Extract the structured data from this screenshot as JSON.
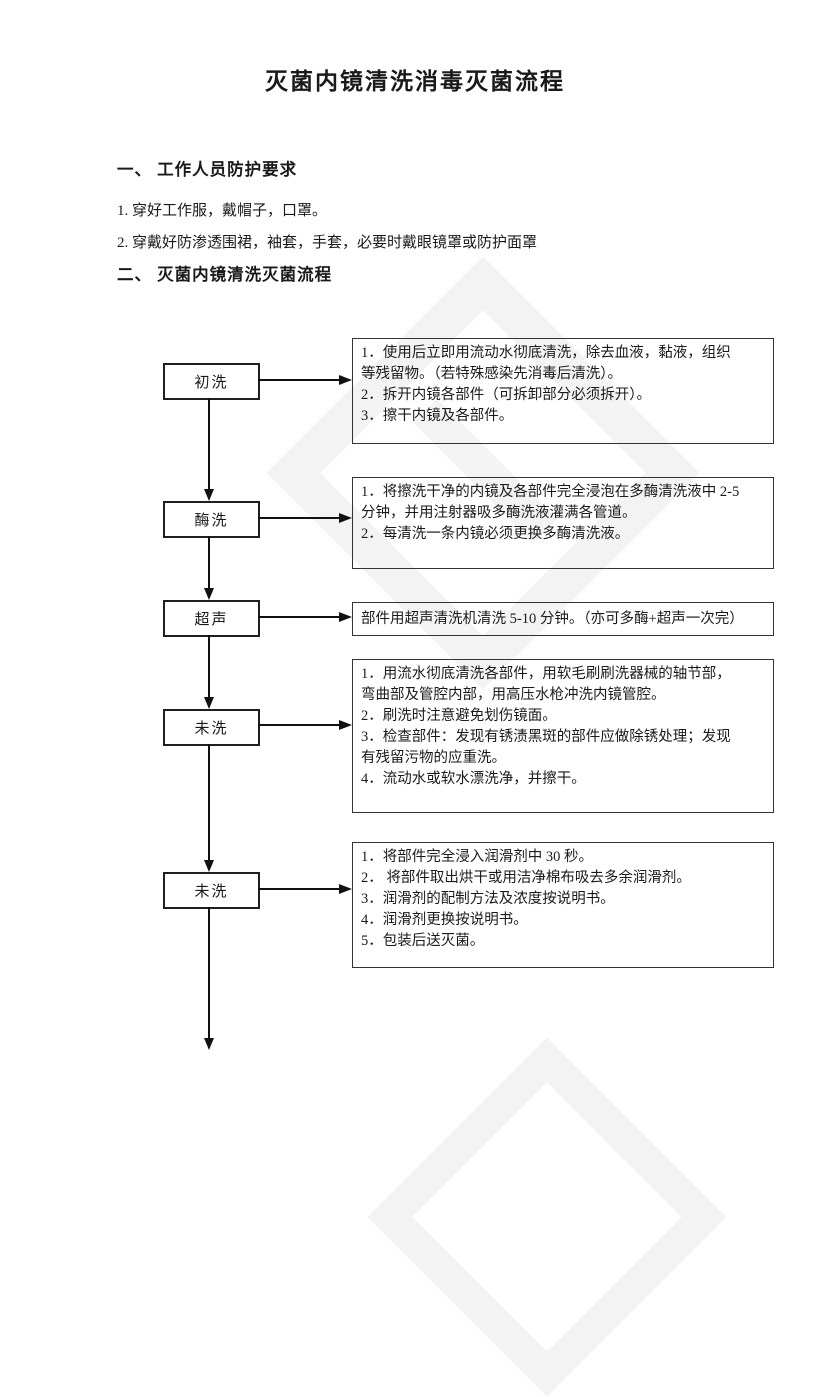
{
  "colors": {
    "ink": "#1a1a1a",
    "box_border": "#2a2a2a",
    "watermark": "#f3f3f3",
    "page_bg": "#ffffff"
  },
  "document": {
    "title": "灭菌内镜清洗消毒灭菌流程",
    "section1": {
      "heading": "一、 工作人员防护要求",
      "items": [
        "1. 穿好工作服，戴帽子，口罩。",
        "2. 穿戴好防渗透围裙，袖套，手套，必要时戴眼镜罩或防护面罩"
      ]
    },
    "section2": {
      "heading": "二、 灭菌内镜清洗灭菌流程"
    }
  },
  "flowchart": {
    "stages": [
      {
        "label": "初洗",
        "details": "1．使用后立即用流动水彻底清洗，除去血液，黏液，组织\n等残留物。（若特殊感染先消毒后清洗）。\n2．拆开内镜各部件（可拆卸部分必须拆开）。\n3．擦干内镜及各部件。"
      },
      {
        "label": "酶洗",
        "details": "1．将擦洗干净的内镜及各部件完全浸泡在多酶清洗液中 2-5\n分钟，并用注射器吸多酶洗液灌满各管道。\n2．每清洗一条内镜必须更换多酶清洗液。"
      },
      {
        "label": "超声",
        "details": "部件用超声清洗机清洗 5-10 分钟。（亦可多酶+超声一次完）"
      },
      {
        "label": "未洗",
        "details": "1．用流水彻底清洗各部件，用软毛刷刷洗器械的轴节部，\n弯曲部及管腔内部，用高压水枪冲洗内镜管腔。\n2．刷洗时注意避免划伤镜面。\n3．检查部件：发现有锈渍黑斑的部件应做除锈处理；发现\n有残留污物的应重洗。\n4．流动水或软水漂洗净，并擦干。"
      },
      {
        "label": "未洗",
        "details": "1．将部件完全浸入润滑剂中 30 秒。\n2． 将部件取出烘干或用洁净棉布吸去多余润滑剂。\n3．润滑剂的配制方法及浓度按说明书。\n4．润滑剂更换按说明书。\n5．包装后送灭菌。"
      }
    ]
  }
}
